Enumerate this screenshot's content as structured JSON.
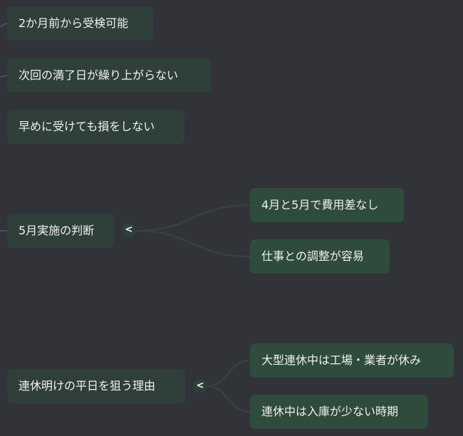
{
  "nodes": [
    {
      "label": "2か月前から受検可能"
    },
    {
      "label": "次回の満了日が繰り上がらない"
    },
    {
      "label": "早めに受けても損をしない"
    },
    {
      "label": "5月実施の判断",
      "toggle": "<",
      "children": [
        {
          "label": "4月と5月で費用差なし"
        },
        {
          "label": "仕事との調整が容易"
        }
      ]
    },
    {
      "label": "連休明けの平日を狙う理由",
      "toggle": "<",
      "children": [
        {
          "label": "大型連休中は工場・業者が休み"
        },
        {
          "label": "連休中は入庫が少ない時期"
        }
      ]
    }
  ],
  "colors": {
    "background": "#313338",
    "node": "#2f3f3a",
    "child_node": "#2f4b3c",
    "edge": "#34473f"
  }
}
